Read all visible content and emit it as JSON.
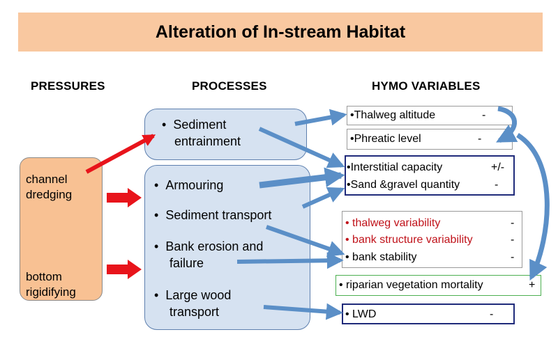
{
  "title": "Alteration of In-stream Habitat",
  "headers": {
    "pressures": "PRESSURES",
    "processes": "PROCESSES",
    "hymo": "HYMO VARIABLES"
  },
  "pressures": {
    "p1_line1": "channel",
    "p1_line2": "dredging",
    "p2_line1": "bottom",
    "p2_line2": "rigidifying"
  },
  "processes": {
    "sediment_line1": "Sediment",
    "sediment_line2": "entrainment",
    "armouring": "Armouring",
    "sediment_transport": "Sediment transport",
    "bank_line1": "Bank erosion and",
    "bank_line2": "failure",
    "wood_line1": "Large wood",
    "wood_line2": "transport"
  },
  "hymo": {
    "thalweg_altitude": "Thalweg altitude",
    "thalweg_altitude_sign": "-",
    "phreatic_level": "Phreatic level",
    "phreatic_level_sign": "-",
    "interstitial": "Interstitial capacity",
    "interstitial_sign": "+/-",
    "sand_gravel": "Sand &gravel quantity",
    "sand_gravel_sign": "-",
    "thalweg_var": "thalweg variability",
    "thalweg_var_sign": "-",
    "bank_structure": "bank structure variability",
    "bank_structure_sign": "-",
    "bank_stability": "bank stability",
    "bank_stability_sign": "-",
    "riparian": "riparian vegetation mortality",
    "riparian_sign": "+",
    "lwd": "LWD",
    "lwd_sign": "-"
  },
  "colors": {
    "banner": "#f9c8a0",
    "pressure_box": "#f8c193",
    "process_box": "#d6e2f1",
    "blue_arrow": "#5b8fc7",
    "red_arrow": "#e8141b",
    "red_text": "#c0121a",
    "green_border": "#4caf50",
    "navy_border": "#1f2a7a"
  }
}
